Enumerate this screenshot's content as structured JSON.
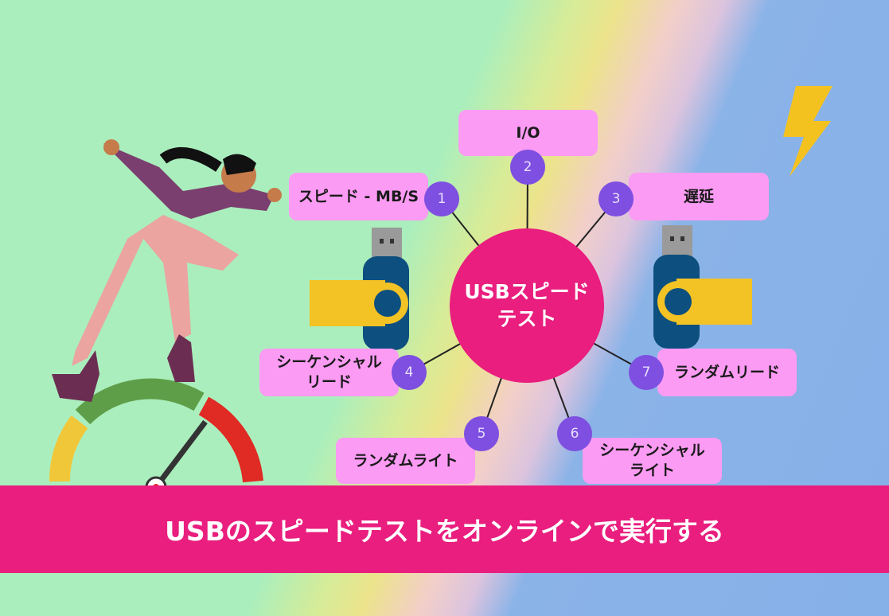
{
  "center": {
    "line1": "USBスピード",
    "line2": "テスト"
  },
  "nodes": [
    {
      "number": "1",
      "label": "スピード - MB/S"
    },
    {
      "number": "2",
      "label": "I/O"
    },
    {
      "number": "3",
      "label": "遅延"
    },
    {
      "number": "4",
      "label_line1": "シーケンシャル",
      "label_line2": "リード"
    },
    {
      "number": "5",
      "label": "ランダムライト"
    },
    {
      "number": "6",
      "label_line1": "シーケンシャル",
      "label_line2": "ライト"
    },
    {
      "number": "7",
      "label": "ランダムリード"
    }
  ],
  "banner": {
    "title": "USBのスピードテストをオンラインで実行する"
  },
  "colors": {
    "accent": "#e91e7e",
    "label_bg": "#fb9bf3",
    "node": "#7e4fe0",
    "usb_body": "#0d4f7e",
    "usb_cap": "#f3c224"
  }
}
